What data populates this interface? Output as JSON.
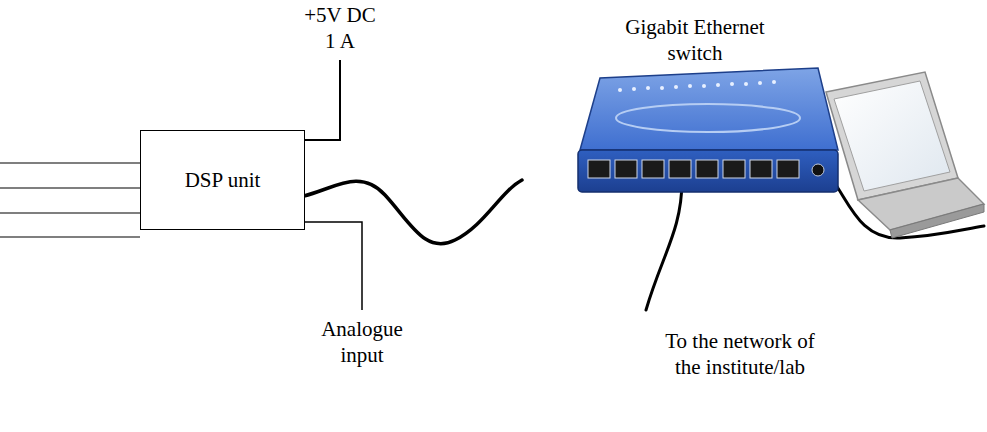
{
  "diagram": {
    "nodes": [
      {
        "text": [
          "DSP unit"
        ]
      }
    ],
    "labels": [
      "+5V DC",
      "1 A",
      "Gigabit Ethernet switch",
      "Analogue input",
      "To the network of the institute/lab"
    ]
  }
}
